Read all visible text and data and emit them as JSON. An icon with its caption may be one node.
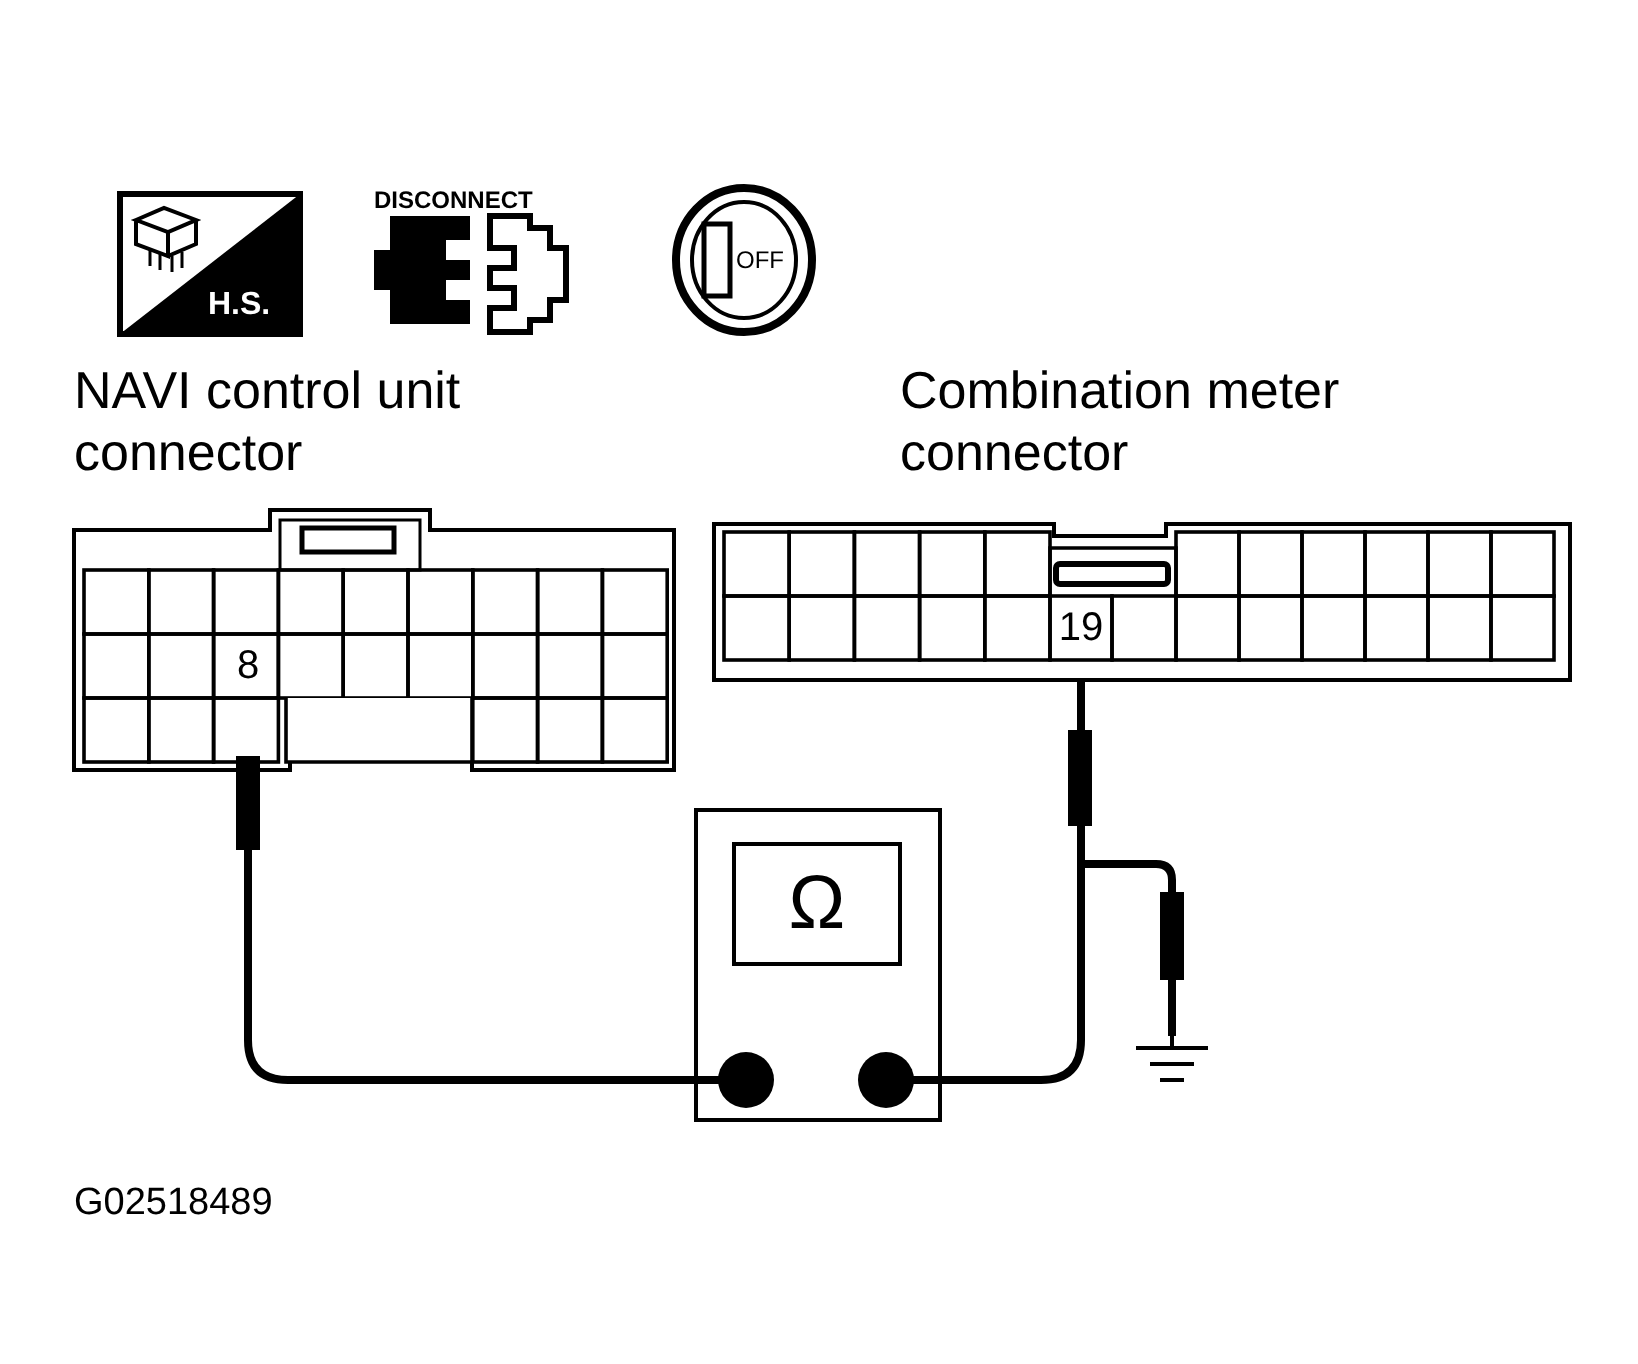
{
  "diagram": {
    "nodes": [
      {
        "text": [
          "NAVI control unit connector"
        ]
      },
      {
        "text": [
          "8"
        ],
        "in": 0
      },
      {
        "text": [
          "Combination meter connector"
        ]
      },
      {
        "text": [
          "19"
        ],
        "in": 2
      },
      {
        "text": [
          "Ω"
        ]
      },
      {
        "text": [],
        "shape": "ground"
      }
    ],
    "edges": [
      {
        "from": 4,
        "to": 1,
        "arrow": "none"
      },
      {
        "from": 3,
        "to": 4,
        "arrow": "none"
      },
      {
        "from": 3,
        "to": 5,
        "arrow": "none"
      }
    ],
    "labels": [
      "H.S.",
      "DISCONNECT",
      "OFF",
      "G02518489"
    ]
  }
}
